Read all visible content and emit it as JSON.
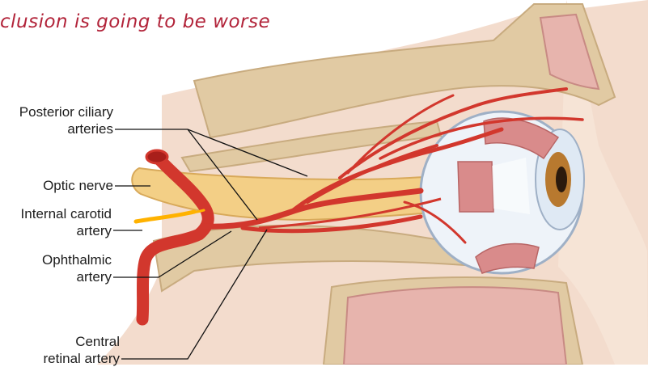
{
  "annotation": {
    "text": "clusion is going to be worse",
    "color": "#b2243a"
  },
  "labels": {
    "posterior_ciliary": {
      "line1": "Posterior ciliary",
      "line2": "arteries"
    },
    "optic_nerve": "Optic nerve",
    "internal_carotid": {
      "line1": "Internal carotid",
      "line2": "artery"
    },
    "ophthalmic": {
      "line1": "Ophthalmic",
      "line2": "artery"
    },
    "central_retinal": {
      "line1": "Central",
      "line2": "retinal artery"
    }
  },
  "colors": {
    "artery": "#d2372d",
    "artery_dark": "#a81f1a",
    "optic_nerve": "#f3cf86",
    "bone": "#e1caa3",
    "bone_edge": "#c8ab7f",
    "soft_tissue": "#f3dccd",
    "sinus": "#e7b4ad",
    "eyeball": "#eef3f9",
    "iris": "#b8792f",
    "muscle": "#d98b8b",
    "highlight": "#ffb200",
    "leader_line": "#111111"
  }
}
